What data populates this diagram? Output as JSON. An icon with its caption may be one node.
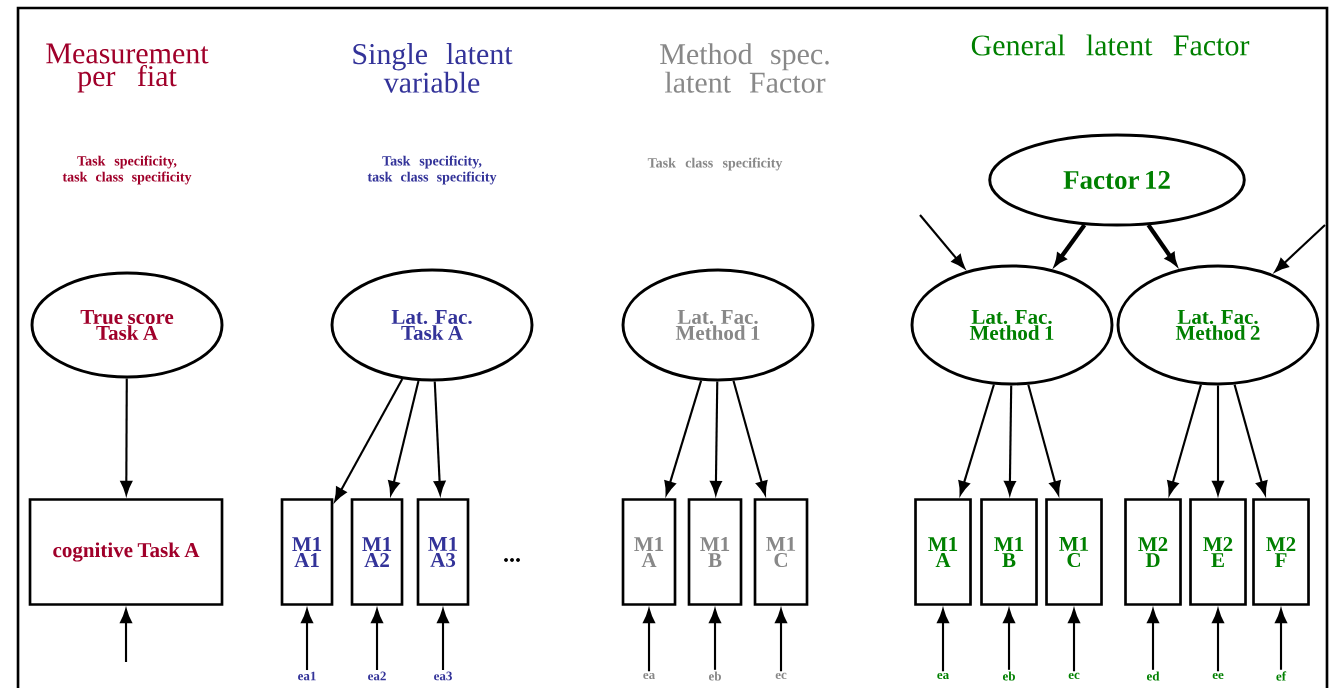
{
  "diagram": {
    "nodes": [
      {
        "text": [
          "True score Task A"
        ]
      },
      {
        "text": [
          "cognitive Task A"
        ]
      },
      {
        "text": [
          "Lat. Fac. Task A"
        ]
      },
      {
        "text": [
          "M1 A1"
        ]
      },
      {
        "text": [
          "M1 A2"
        ]
      },
      {
        "text": [
          "M1 A3"
        ]
      },
      {
        "text": [
          "Lat. Fac. Method 1"
        ]
      },
      {
        "text": [
          "M1 A"
        ]
      },
      {
        "text": [
          "M1 B"
        ]
      },
      {
        "text": [
          "M1 C"
        ]
      },
      {
        "text": [
          "Factor 12"
        ]
      },
      {
        "text": [
          "Lat. Fac. Method 1"
        ]
      },
      {
        "text": [
          "Lat. Fac. Method 2"
        ]
      },
      {
        "text": [
          "M1 A"
        ]
      },
      {
        "text": [
          "M1 B"
        ]
      },
      {
        "text": [
          "M1 C"
        ]
      },
      {
        "text": [
          "M2 D"
        ]
      },
      {
        "text": [
          "M2 E"
        ]
      },
      {
        "text": [
          "M2 F"
        ]
      },
      {
        "text": [
          "ea1"
        ]
      },
      {
        "text": [
          "ea2"
        ]
      },
      {
        "text": [
          "ea3"
        ]
      },
      {
        "text": [
          "ea"
        ]
      },
      {
        "text": [
          "eb"
        ]
      },
      {
        "text": [
          "ec"
        ]
      },
      {
        "text": [
          "ea"
        ]
      },
      {
        "text": [
          "eb"
        ]
      },
      {
        "text": [
          "ec"
        ]
      },
      {
        "text": [
          "ed"
        ]
      },
      {
        "text": [
          "ee"
        ]
      },
      {
        "text": [
          "ef"
        ]
      }
    ],
    "edges": [
      {
        "from": 0,
        "to": 1,
        "arrow": "to"
      },
      {
        "from": null,
        "to": 1,
        "arrow": "to"
      },
      {
        "from": 2,
        "to": 3,
        "arrow": "to"
      },
      {
        "from": 2,
        "to": 4,
        "arrow": "to"
      },
      {
        "from": 2,
        "to": 5,
        "arrow": "to"
      },
      {
        "from": 19,
        "to": 3,
        "arrow": "to"
      },
      {
        "from": 20,
        "to": 4,
        "arrow": "to"
      },
      {
        "from": 21,
        "to": 5,
        "arrow": "to"
      },
      {
        "from": 6,
        "to": 7,
        "arrow": "to"
      },
      {
        "from": 6,
        "to": 8,
        "arrow": "to"
      },
      {
        "from": 6,
        "to": 9,
        "arrow": "to"
      },
      {
        "from": 22,
        "to": 7,
        "arrow": "to"
      },
      {
        "from": 23,
        "to": 8,
        "arrow": "to"
      },
      {
        "from": 24,
        "to": 9,
        "arrow": "to"
      },
      {
        "from": 10,
        "to": 11,
        "arrow": "to",
        "style": "thick"
      },
      {
        "from": 10,
        "to": 12,
        "arrow": "to",
        "style": "thick"
      },
      {
        "from": null,
        "to": 11,
        "arrow": "to"
      },
      {
        "from": null,
        "to": 12,
        "arrow": "to"
      },
      {
        "from": 11,
        "to": 13,
        "arrow": "to"
      },
      {
        "from": 11,
        "to": 14,
        "arrow": "to"
      },
      {
        "from": 11,
        "to": 15,
        "arrow": "to"
      },
      {
        "from": 12,
        "to": 16,
        "arrow": "to"
      },
      {
        "from": 12,
        "to": 17,
        "arrow": "to"
      },
      {
        "from": 12,
        "to": 18,
        "arrow": "to"
      },
      {
        "from": 25,
        "to": 13,
        "arrow": "to"
      },
      {
        "from": 26,
        "to": 14,
        "arrow": "to"
      },
      {
        "from": 27,
        "to": 15,
        "arrow": "to"
      },
      {
        "from": 28,
        "to": 16,
        "arrow": "to"
      },
      {
        "from": 29,
        "to": 17,
        "arrow": "to"
      },
      {
        "from": 30,
        "to": 18,
        "arrow": "to"
      }
    ],
    "labels": [
      "Measurement per fiat",
      "Single latent variable",
      "Method spec. latent Factor",
      "General latent Factor",
      "Task specificity, task class specificity",
      "Task specificity, task class specificity",
      "Task class specificity",
      "..."
    ]
  }
}
